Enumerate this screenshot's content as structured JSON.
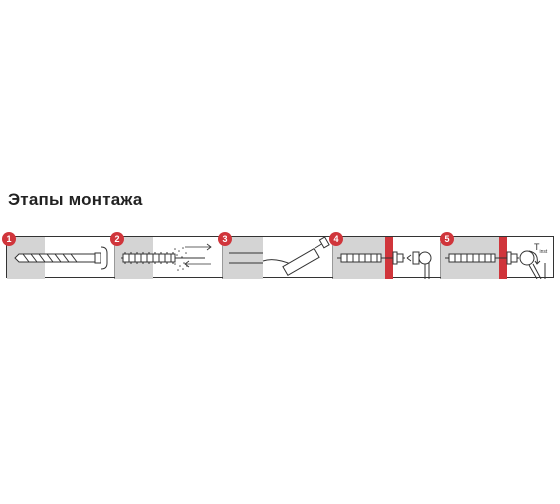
{
  "title": "Этапы монтажа",
  "steps": [
    {
      "number": "1"
    },
    {
      "number": "2"
    },
    {
      "number": "3"
    },
    {
      "number": "4"
    },
    {
      "number": "5"
    }
  ],
  "torque_label": {
    "main": "T",
    "sub": "inst"
  },
  "colors": {
    "accent": "#d0353b",
    "wall": "#d4d4d4",
    "line": "#333333"
  },
  "icons": [
    "drill-bit-icon",
    "cleaning-brush-icon",
    "air-blower-icon",
    "wrench-icon",
    "torque-wrench-icon"
  ]
}
